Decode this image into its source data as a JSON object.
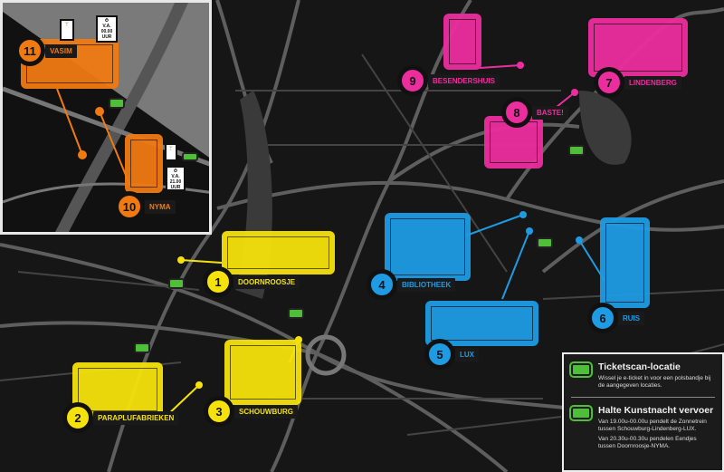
{
  "colors": {
    "orange": "#f07a12",
    "pink": "#ec2d9e",
    "blue": "#1f9be3",
    "yellow": "#f5e20c",
    "green": "#4fbf3a",
    "road": "#5a5a5a",
    "background": "#161616"
  },
  "locations": [
    {
      "number": "1",
      "name": "Doornroosje",
      "color": "#f5e20c"
    },
    {
      "number": "2",
      "name": "Paraplufabrieken",
      "color": "#f5e20c"
    },
    {
      "number": "3",
      "name": "Schouwburg",
      "color": "#f5e20c"
    },
    {
      "number": "4",
      "name": "Bibliotheek",
      "color": "#1f9be3"
    },
    {
      "number": "5",
      "name": "Lux",
      "color": "#1f9be3"
    },
    {
      "number": "6",
      "name": "Ruis",
      "color": "#1f9be3"
    },
    {
      "number": "7",
      "name": "Lindenberg",
      "color": "#ec2d9e"
    },
    {
      "number": "8",
      "name": "Baste!",
      "color": "#ec2d9e"
    },
    {
      "number": "9",
      "name": "Besendershuis",
      "color": "#ec2d9e"
    },
    {
      "number": "10",
      "name": "NYMA",
      "color": "#f07a12"
    },
    {
      "number": "11",
      "name": "Vasim",
      "color": "#f07a12"
    }
  ],
  "time_tags": {
    "vasim": "V.A. 00.00 UUR",
    "nyma": "V.A. 21.00 UUR"
  },
  "legend": {
    "ticketscan": {
      "icon": "ticket-icon",
      "title": "Ticketscan-locatie",
      "text": "Wissel je e-ticket in voor een polsbandje bij de aangegeven locaties."
    },
    "halte": {
      "icon": "train-icon",
      "title": "Halte Kunstnacht vervoer",
      "text1": "Van 19.00u-00.00u pendelt de Zonnetrein tussen Schouwburg-Lindenberg-LUX.",
      "text2": "Van 20.30u-00.30u pendelen Eendjes tussen Doornroosje-NYMA."
    }
  }
}
